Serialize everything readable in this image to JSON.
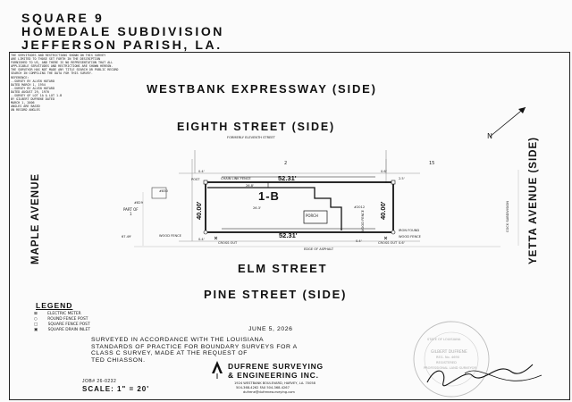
{
  "header": {
    "line1": "SQUARE 9",
    "line2": "HOMEDALE SUBDIVISION",
    "line3": "JEFFERSON PARISH, LA."
  },
  "notes": {
    "text": "THE SERVITUDES AND RESTRICTIONS SHOWN ON THIS SURVEY\nARE LIMITED TO THOSE SET FORTH IN THE DESCRIPTION\nFURNISHED TO US, AND THERE IS NO REPRESENTATION THAT ALL\nAPPLICABLE SERVITUDES AND RESTRICTIONS ARE SHOWN HEREON.\nTHE SURVEYOR HAS NOT MADE ANY TITLE SEARCH OR PUBLIC RECORD\nSEARCH IN COMPILING THE DATA FOR THIS SURVEY.\nREFERENCE:\n--SURVEY BY ALVIN HOTARD\nDATED MARCH 1, 1954\n--SURVEY BY ALVIN HOTARD\nDATED AUGUST 29, 1970\n--SURVEY OF LOT 1A & LOT 1-B\nBY GILBERT DUFRENE DATED\nMARCH 1, 2006\nANGLES ARE BASED\nON RECORD ANGLES"
  },
  "streets": {
    "westbank": "WESTBANK EXPRESSWAY (SIDE)",
    "eighth": "EIGHTH STREET (SIDE)",
    "eighth_formerly": "FORMERLY ELEVENTH STREET",
    "maple": "MAPLE AVENUE",
    "yetta": "YETTA AVENUE (SIDE)",
    "elm": "ELM STREET",
    "pine": "PINE STREET (SIDE)"
  },
  "plat": {
    "lot_label": "1-B",
    "north_label": "N",
    "top_dim": "52.31'",
    "bottom_dim": "52.31'",
    "left_dim": "40.00'",
    "right_dim": "40.00'",
    "lot_above": "2",
    "lot_right_top": "15",
    "lot_left": "PART OF\n1",
    "cock_sub": "COCK SUBDIVISION",
    "porch": "PORCH",
    "fence_top": "CHAIN LINK FENCE",
    "fence_left": "WOOD FENCE",
    "fence_right": "WOOD FENCE",
    "fence_bottom": "WOOD FENCE",
    "address_left": "#830",
    "address_right": "#2012",
    "left_building": "#829",
    "dim_top_inner": "26.8'",
    "dim_mid_inner": "26.3'",
    "dim_left_edge": "67.49'",
    "cross_out": "CROSS OUT",
    "cross_out_right": "CROSS OUT",
    "edge_asphalt": "EDGE OF ASPHALT",
    "iron_rod": "IRON FOUND",
    "post_label": "POST",
    "sq_marks": [
      "0.4'",
      "0.6'",
      "2.5'",
      "0.4'",
      "0.4'",
      "0.6'"
    ]
  },
  "legend": {
    "title": "LEGEND",
    "items": [
      {
        "symbol": "⊠",
        "label": "ELECTRIC METER"
      },
      {
        "symbol": "○",
        "label": "ROUND FENCE POST"
      },
      {
        "symbol": "□",
        "label": "SQUARE FENCE POST"
      },
      {
        "symbol": "▣",
        "label": "SQUARE DRAIN INLET"
      }
    ]
  },
  "certification": {
    "date": "JUNE 5, 2026",
    "text": "SURVEYED IN ACCORDANCE WITH THE LOUISIANA\nSTANDARDS OF PRACTICE FOR BOUNDARY SURVEYS FOR A\nCLASS C SURVEY, MADE AT THE REQUEST OF\nTED CHIASSON."
  },
  "company": {
    "name1": "DUFRENE SURVEYING",
    "name2": "& ENGINEERING INC.",
    "address": "1924 WESTBANK BOULEVARD, HARVEY, LA. 70058",
    "phone": "504-368-4262  FAX 504-368-4267",
    "email": "dufrene@dufrenesurveying.com"
  },
  "job": {
    "number": "JOB# 26-0232",
    "scale": "SCALE: 1\" = 20'"
  },
  "seal": {
    "lines": [
      "STATE OF LOUISIANA",
      "GILBERT DUFRENE",
      "REG. No. 4690",
      "REGISTERED",
      "PROFESSIONAL LAND SURVEYOR"
    ]
  },
  "colors": {
    "ink": "#111111",
    "paper": "#fbfbfb",
    "light_ink": "#9a9a9a"
  }
}
